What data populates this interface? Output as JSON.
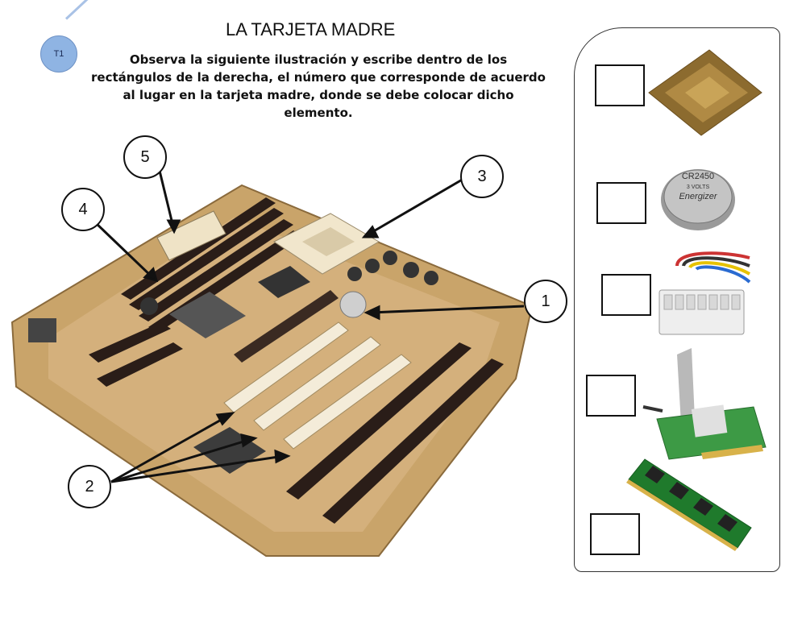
{
  "header": {
    "title": "LA TARJETA MADRE",
    "badge": "T1",
    "instructions": "Observa la siguiente ilustración y escribe dentro de los rectángulos de la derecha, el número que corresponde de acuerdo al lugar en la tarjeta madre, donde se debe colocar dicho elemento."
  },
  "callouts": [
    "1",
    "2",
    "3",
    "4",
    "5"
  ],
  "battery_text": [
    "CR2450",
    "3 VOLTS",
    "Energizer"
  ],
  "colors": {
    "board": "#c9a46a",
    "slot_white": "#f4ecd9",
    "slot_black": "#2a1d18",
    "badge": "#8fb4e3"
  }
}
